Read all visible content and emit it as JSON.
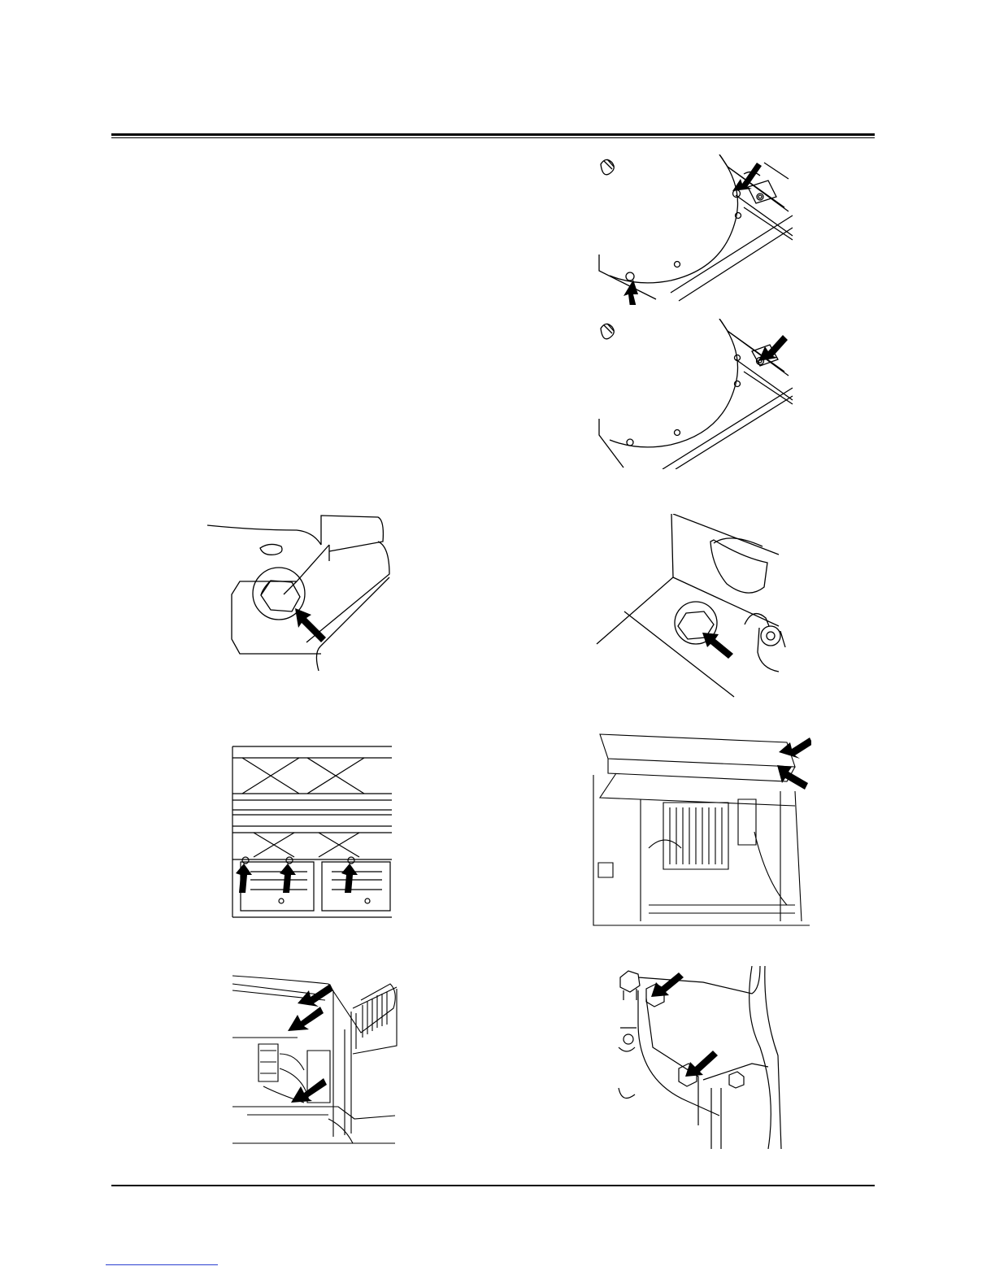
{
  "page": {
    "illustrations": [
      {
        "name": "frame-bolts-two-arrows",
        "arrows": 2
      },
      {
        "name": "frame-bolt-single-arrow",
        "arrows": 1
      },
      {
        "name": "hex-bolt-left",
        "arrows": 1
      },
      {
        "name": "hex-bolt-right",
        "arrows": 1
      },
      {
        "name": "panel-three-bolts",
        "arrows": 3
      },
      {
        "name": "radiator-top-bolts",
        "arrows": 2
      },
      {
        "name": "interior-wiring",
        "arrows": 3
      },
      {
        "name": "bracket-bolts",
        "arrows": 2
      }
    ],
    "colors": {
      "ink": "#000000",
      "link": "#2a3fd0"
    }
  }
}
